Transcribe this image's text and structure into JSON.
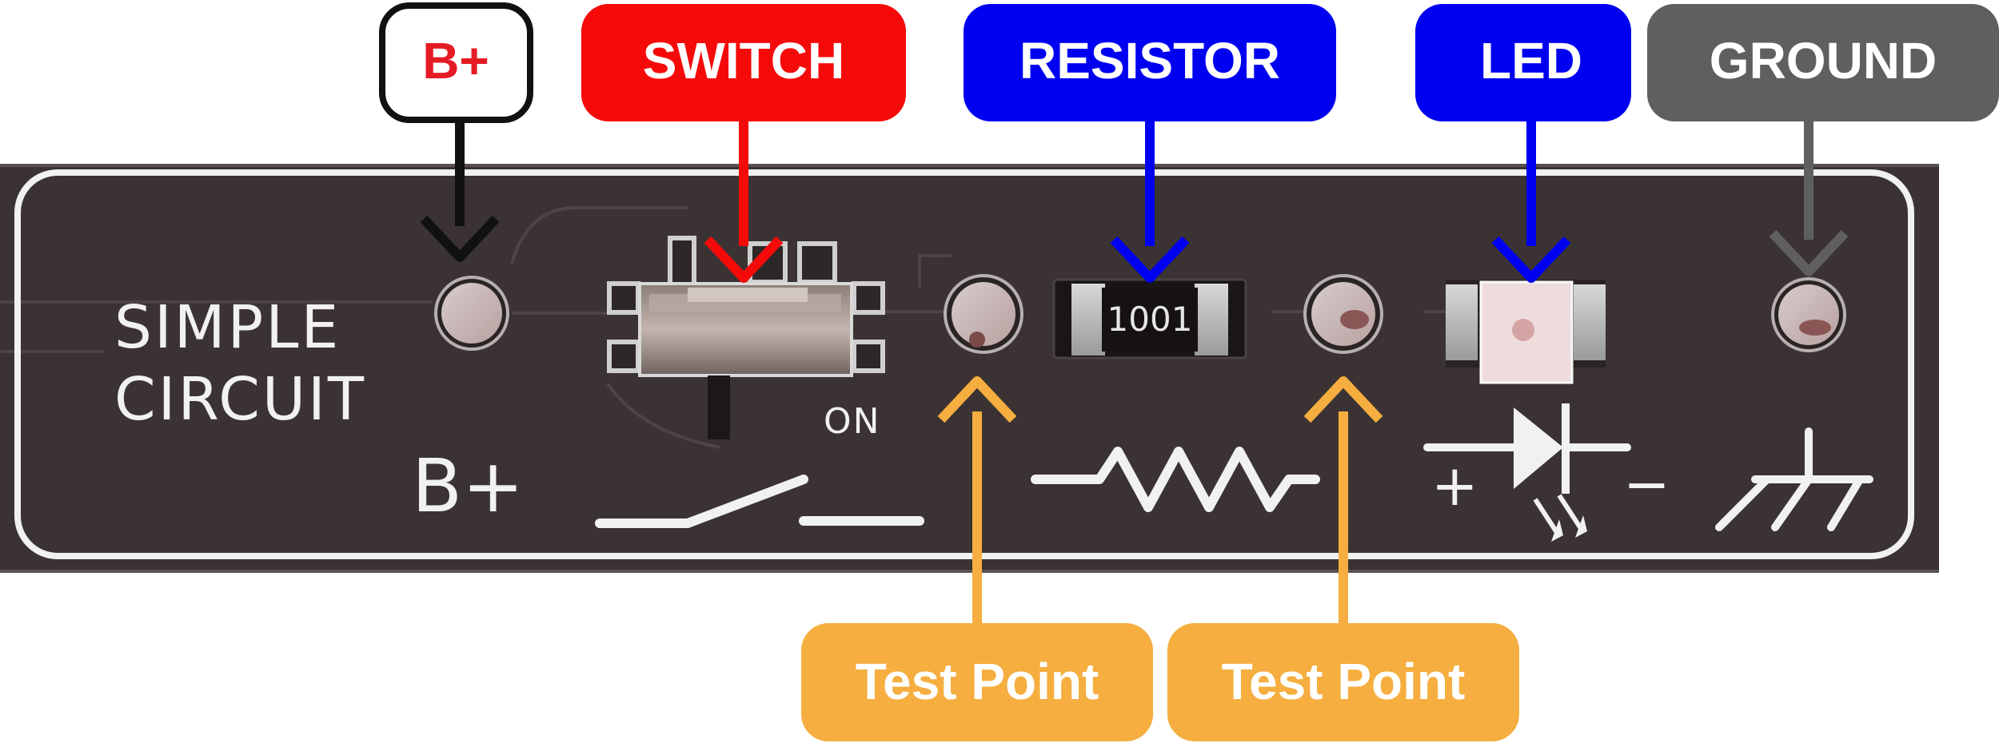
{
  "board": {
    "title_line1": "SIMPLE",
    "title_line2": "CIRCUIT",
    "symbol_bplus": "B+",
    "switch_on_label": "ON",
    "led_plus": "+",
    "led_minus": "−",
    "resistor_marking": "1001"
  },
  "callouts": {
    "bplus": "B+",
    "switch": "SWITCH",
    "resistor": "RESISTOR",
    "led": "LED",
    "ground": "GROUND",
    "test_point_1": "Test Point",
    "test_point_2": "Test Point"
  },
  "colors": {
    "board": "#3b3333",
    "silkscreen": "#f1f1f1",
    "trace": "#4a4242",
    "bplus_box_border": "#111111",
    "bplus_text": "#e51b24",
    "switch": "#f50a0a",
    "resistor": "#0000f0",
    "led": "#0000f0",
    "ground": "#5f5f5f",
    "test_point": "#f5ae3f"
  }
}
